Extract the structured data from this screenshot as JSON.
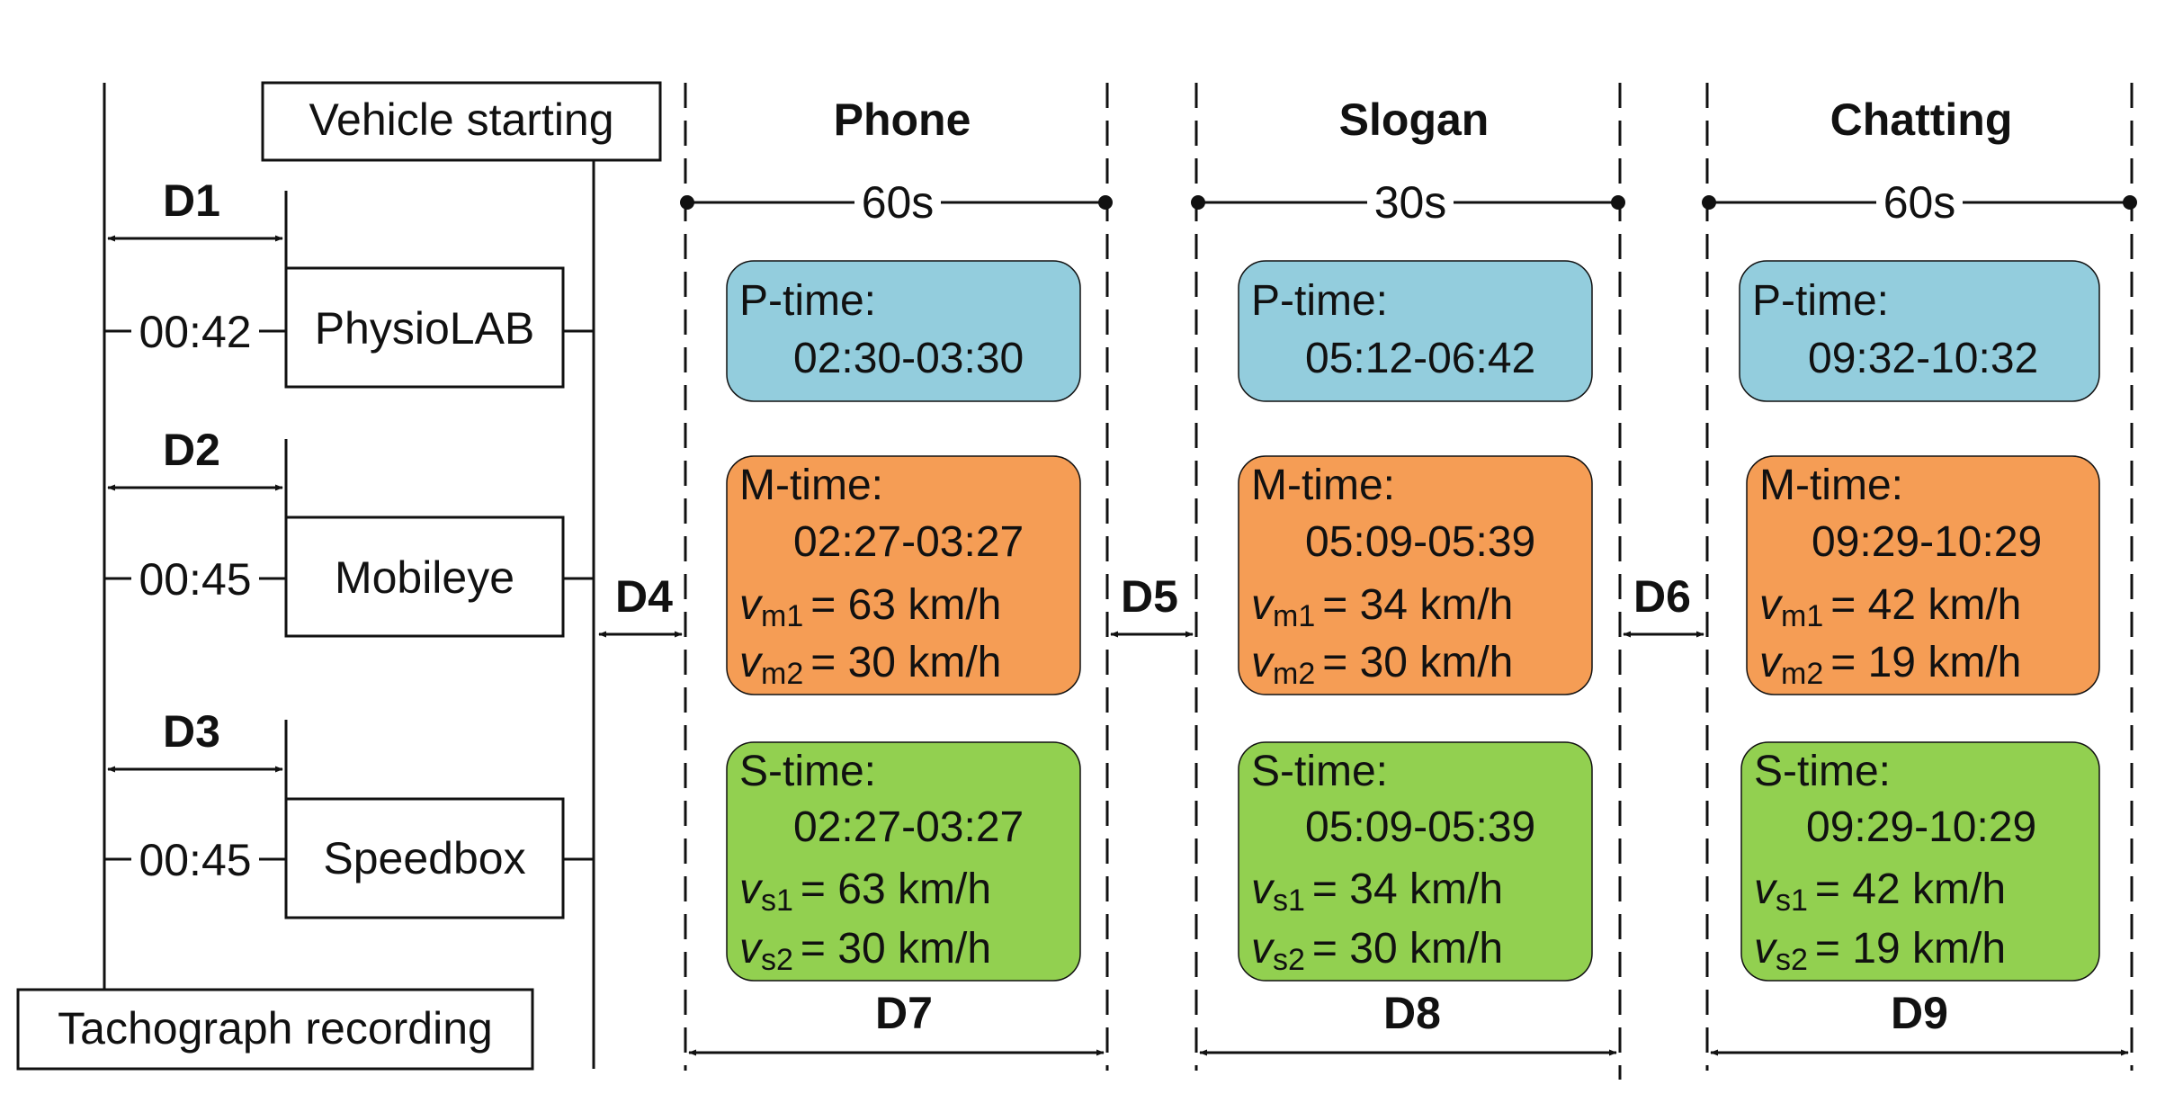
{
  "colors": {
    "p_box": "#93cddd",
    "m_box": "#f59d55",
    "s_box": "#92d050",
    "line": "#111111"
  },
  "labels": {
    "vehicle_starting": "Vehicle starting",
    "tachograph": "Tachograph recording",
    "d1": "D1",
    "d2": "D2",
    "d3": "D3",
    "d4": "D4",
    "d5": "D5",
    "d6": "D6",
    "d7": "D7",
    "d8": "D8",
    "d9": "D9"
  },
  "devices": [
    {
      "name": "PhysioLAB",
      "offset": "00:42"
    },
    {
      "name": "Mobileye",
      "offset": "00:45"
    },
    {
      "name": "Speedbox",
      "offset": "00:45"
    }
  ],
  "tasks": [
    {
      "title": "Phone",
      "duration": "60s",
      "p_label": "P-time:",
      "p_range": "02:30-03:30",
      "m_label": "M-time:",
      "m_range": "02:27-03:27",
      "vm1": "= 63 km/h",
      "vm2": "= 30 km/h",
      "s_label": "S-time:",
      "s_range": "02:27-03:27",
      "vs1": "= 63 km/h",
      "vs2": "= 30 km/h"
    },
    {
      "title": "Slogan",
      "duration": "30s",
      "p_label": "P-time:",
      "p_range": "05:12-06:42",
      "m_label": "M-time:",
      "m_range": "05:09-05:39",
      "vm1": "= 34 km/h",
      "vm2": "= 30 km/h",
      "s_label": "S-time:",
      "s_range": "05:09-05:39",
      "vs1": "= 34 km/h",
      "vs2": "= 30 km/h"
    },
    {
      "title": "Chatting",
      "duration": "60s",
      "p_label": "P-time:",
      "p_range": "09:32-10:32",
      "m_label": "M-time:",
      "m_range": "09:29-10:29",
      "vm1": "= 42 km/h",
      "vm2": "= 19 km/h",
      "s_label": "S-time:",
      "s_range": "09:29-10:29",
      "vs1": "= 42 km/h",
      "vs2": "= 19 km/h"
    }
  ],
  "symbols": {
    "v": "v",
    "m1": "m1",
    "m2": "m2",
    "s1": "s1",
    "s2": "s2"
  }
}
